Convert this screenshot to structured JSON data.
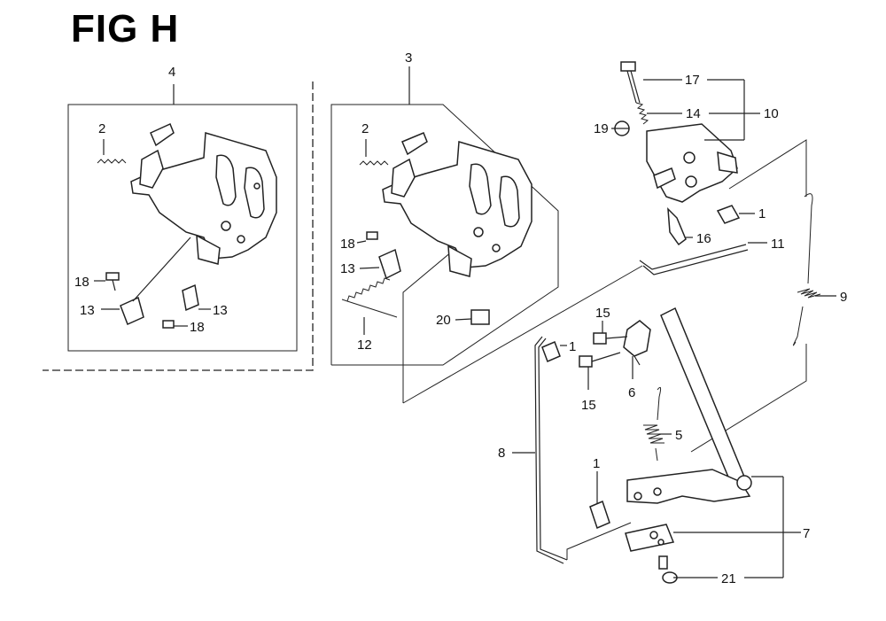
{
  "figure_title": "FIG H",
  "callouts": {
    "c_4": "4",
    "c_3": "3",
    "c_2a": "2",
    "c_2b": "2",
    "c_18a": "18",
    "c_18b": "18",
    "c_18c": "18",
    "c_13a": "13",
    "c_13b": "13",
    "c_13c": "13",
    "c_12": "12",
    "c_20": "20",
    "c_17": "17",
    "c_14": "14",
    "c_10": "10",
    "c_19": "19",
    "c_1a": "1",
    "c_1b": "1",
    "c_1c": "1",
    "c_16": "16",
    "c_11": "11",
    "c_9": "9",
    "c_15a": "15",
    "c_15b": "15",
    "c_6": "6",
    "c_5": "5",
    "c_8": "8",
    "c_7": "7",
    "c_21": "21"
  }
}
